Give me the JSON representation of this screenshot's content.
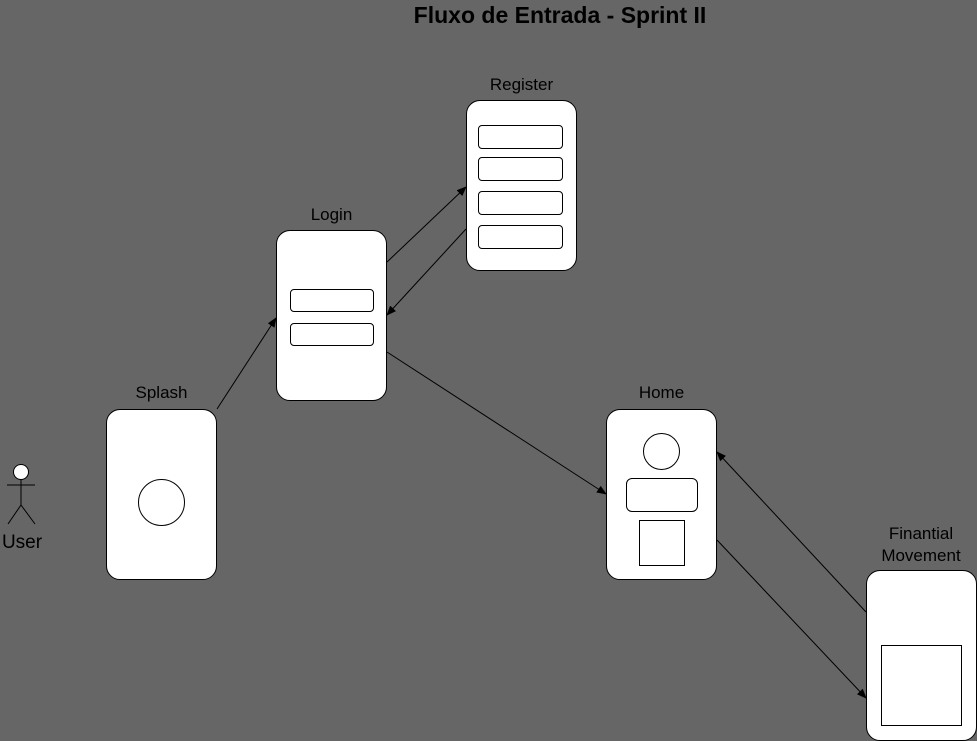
{
  "diagram": {
    "title": "Fluxo de Entrada - Sprint II",
    "actor": {
      "label": "User",
      "icon": "stick-figure-icon"
    },
    "screens": {
      "splash": {
        "label": "Splash"
      },
      "login": {
        "label": "Login"
      },
      "register": {
        "label": "Register"
      },
      "home": {
        "label": "Home"
      },
      "financial": {
        "label_line1": "Finantial",
        "label_line2": "Movement"
      }
    },
    "flows": [
      {
        "from": "Splash",
        "to": "Login"
      },
      {
        "from": "Login",
        "to": "Register"
      },
      {
        "from": "Register",
        "to": "Login"
      },
      {
        "from": "Login",
        "to": "Home"
      },
      {
        "from": "Home",
        "to": "Finantial Movement"
      },
      {
        "from": "Finantial Movement",
        "to": "Home"
      }
    ],
    "colors": {
      "background": "#666666",
      "screen_fill": "#ffffff",
      "stroke": "#000000"
    }
  }
}
